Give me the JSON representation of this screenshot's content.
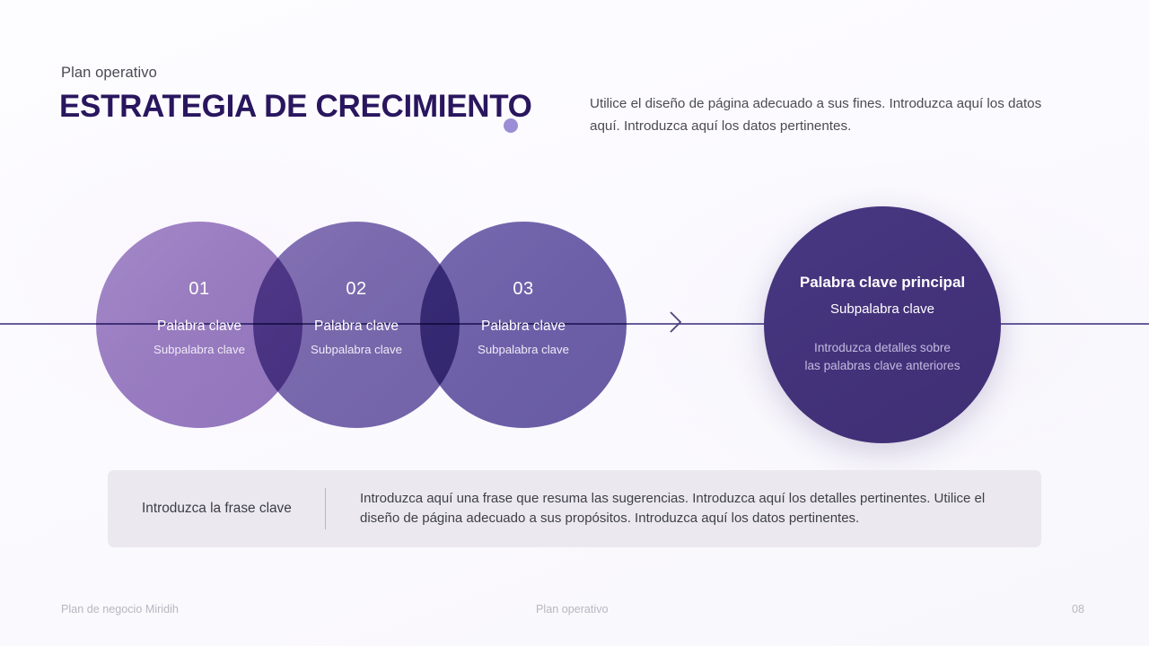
{
  "header": {
    "eyebrow": "Plan operativo",
    "title": "ESTRATEGIA DE CRECIMIENTO",
    "intro": "Utilice el diseño de página adecuado a sus fines. Introduzca aquí los datos aquí. Introduzca aquí los datos pertinentes."
  },
  "steps": [
    {
      "number": "01",
      "keyword": "Palabra clave",
      "subkeyword": "Subpalabra clave",
      "color": "#9a7dc0"
    },
    {
      "number": "02",
      "keyword": "Palabra clave",
      "subkeyword": "Subpalabra clave",
      "color": "#6f5da6"
    },
    {
      "number": "03",
      "keyword": "Palabra clave",
      "subkeyword": "Subpalabra clave",
      "color": "#6355a1"
    }
  ],
  "result": {
    "keyword": "Palabra clave principal",
    "subkeyword": "Subpalabra clave",
    "detail_line1": "Introduzca detalles sobre",
    "detail_line2": "las palabras clave anteriores",
    "color": "#43327a"
  },
  "callout": {
    "key_label": "Introduzca la frase clave",
    "body": "Introduzca aquí una frase que resuma las sugerencias. Introduzca aquí los detalles pertinentes. Utilice el diseño de página adecuado a sus propósitos. Introduzca aquí los datos pertinentes."
  },
  "footer": {
    "left": "Plan de negocio Miridih",
    "center": "Plan operativo",
    "page": "08"
  },
  "theme": {
    "background": "#fbfaff",
    "title_color": "#29165e",
    "accent_dot": "#9b8ed6",
    "rail_color": "#5b4f91",
    "callout_bg": "#ebe9ef"
  }
}
